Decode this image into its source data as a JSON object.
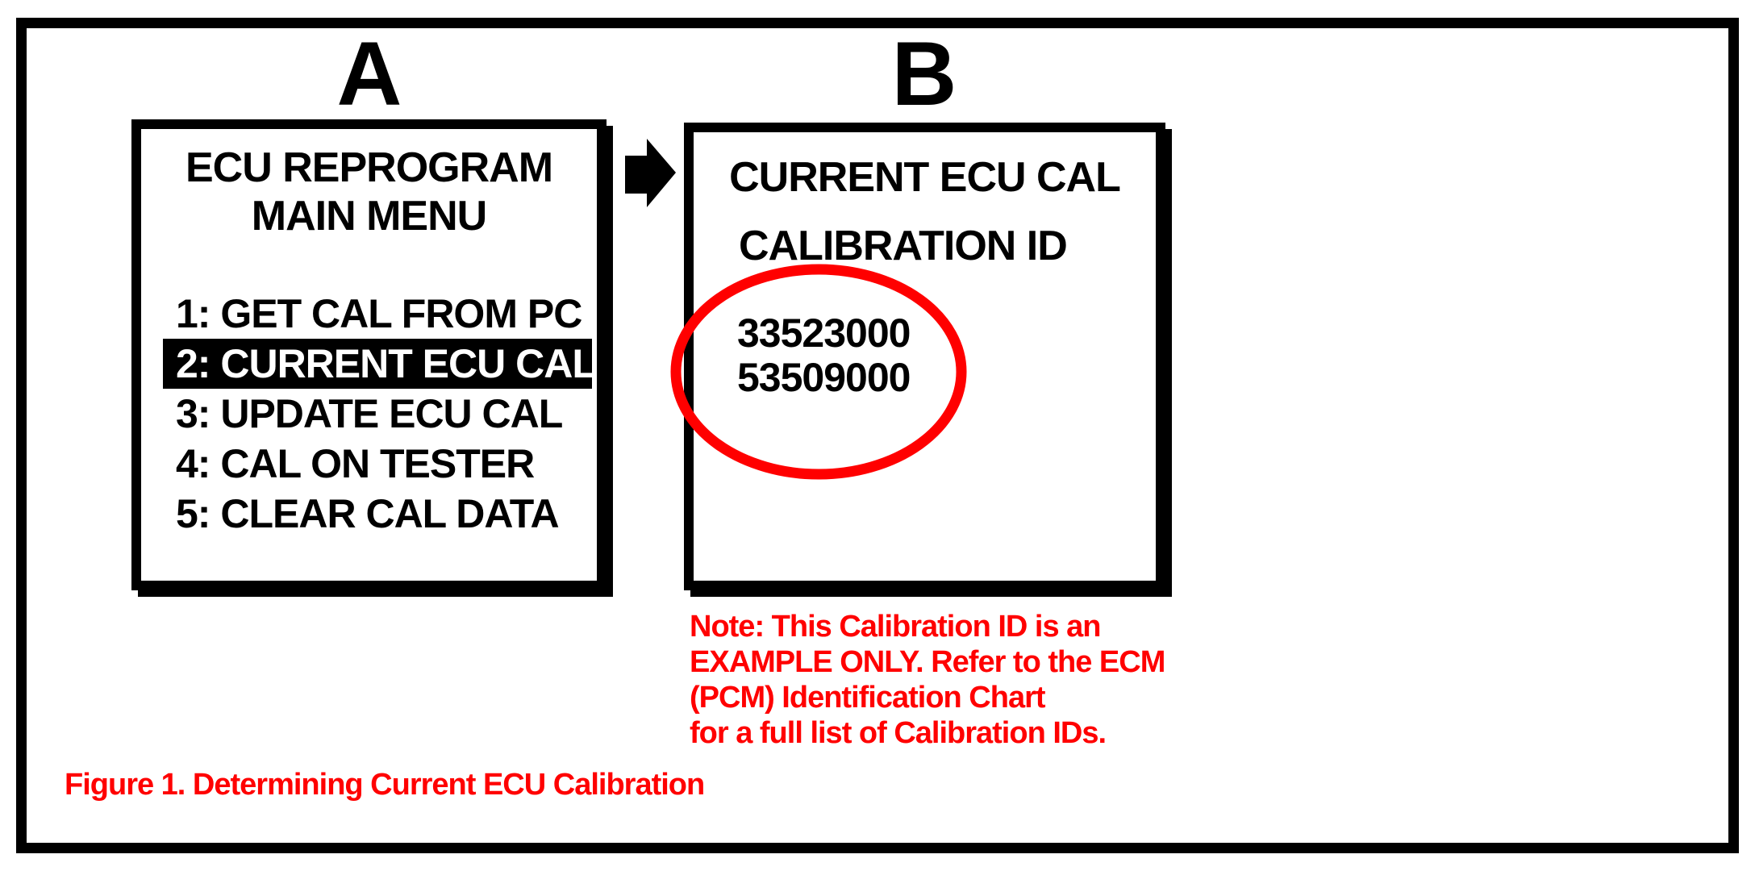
{
  "figure": {
    "caption": "Figure 1. Determining Current ECU Calibration"
  },
  "panel_a": {
    "label": "A",
    "title_line1": "ECU REPROGRAM",
    "title_line2": "MAIN MENU",
    "menu": [
      {
        "label": "1:  GET CAL FROM PC",
        "selected": false
      },
      {
        "label": "2:  CURRENT ECU CAL",
        "selected": true
      },
      {
        "label": "3:  UPDATE ECU CAL",
        "selected": false
      },
      {
        "label": "4:  CAL ON TESTER",
        "selected": false
      },
      {
        "label": "5:  CLEAR CAL DATA",
        "selected": false
      }
    ]
  },
  "panel_b": {
    "label": "B",
    "title": "CURRENT ECU CAL",
    "subtitle": "CALIBRATION ID",
    "calibration_ids": [
      "33523000",
      "53509000"
    ]
  },
  "note": {
    "lines": [
      "Note: This Calibration ID is an",
      "EXAMPLE ONLY. Refer to the ECM",
      "(PCM) Identification Chart",
      "for a full list of Calibration IDs."
    ]
  },
  "icons": {
    "arrow": "right-block-arrow-icon",
    "highlight": "red-ellipse-annotation"
  },
  "colors": {
    "annotation_red": "#ff0000",
    "screen_black": "#000000",
    "background_white": "#ffffff"
  }
}
